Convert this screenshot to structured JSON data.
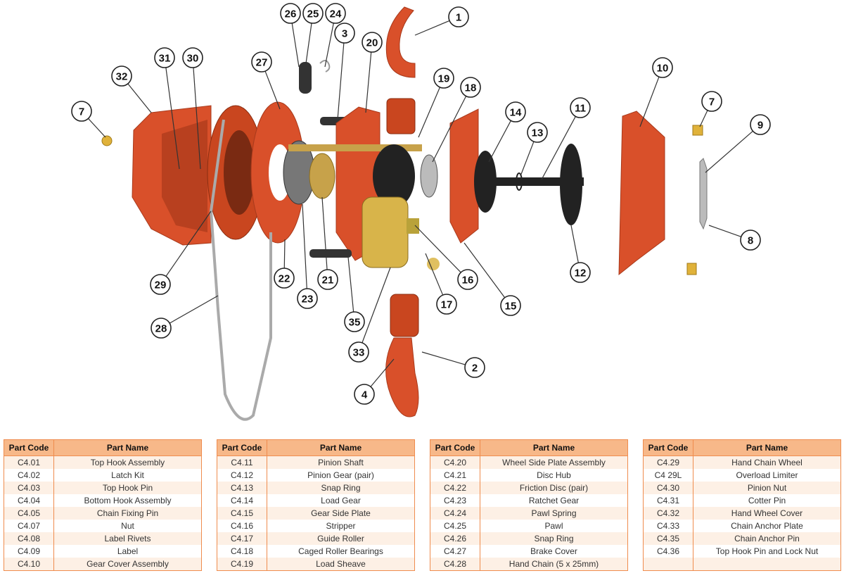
{
  "callouts": [
    "26",
    "25",
    "24",
    "3",
    "1",
    "20",
    "31",
    "30",
    "27",
    "32",
    "19",
    "18",
    "10",
    "7",
    "14",
    "11",
    "7",
    "9",
    "13",
    "8",
    "12",
    "22",
    "29",
    "21",
    "16",
    "23",
    "17",
    "15",
    "35",
    "28",
    "33",
    "2",
    "4"
  ],
  "colors": {
    "housing": "#d9502a",
    "table_header": "#f7b889",
    "table_border": "#ef8c4e",
    "row_alt": "#fdf0e5"
  },
  "tables": [
    {
      "header": {
        "code": "Part Code",
        "name": "Part Name"
      },
      "rows": [
        {
          "code": "C4.01",
          "name": "Top Hook Assembly"
        },
        {
          "code": "C4.02",
          "name": "Latch Kit"
        },
        {
          "code": "C4.03",
          "name": "Top Hook Pin"
        },
        {
          "code": "C4.04",
          "name": "Bottom Hook Assembly"
        },
        {
          "code": "C4.05",
          "name": "Chain Fixing Pin"
        },
        {
          "code": "C4.07",
          "name": "Nut"
        },
        {
          "code": "C4.08",
          "name": "Label Rivets"
        },
        {
          "code": "C4.09",
          "name": "Label"
        },
        {
          "code": "C4.10",
          "name": "Gear Cover Assembly"
        }
      ]
    },
    {
      "header": {
        "code": "Part Code",
        "name": "Part Name"
      },
      "rows": [
        {
          "code": "C4.11",
          "name": "Pinion Shaft"
        },
        {
          "code": "C4.12",
          "name": "Pinion Gear (pair)"
        },
        {
          "code": "C4.13",
          "name": "Snap Ring"
        },
        {
          "code": "C4.14",
          "name": "Load Gear"
        },
        {
          "code": "C4.15",
          "name": "Gear Side Plate"
        },
        {
          "code": "C4.16",
          "name": "Stripper"
        },
        {
          "code": "C4.17",
          "name": "Guide Roller"
        },
        {
          "code": "C4.18",
          "name": "Caged Roller Bearings"
        },
        {
          "code": "C4.19",
          "name": "Load Sheave"
        }
      ]
    },
    {
      "header": {
        "code": "Part Code",
        "name": "Part Name"
      },
      "rows": [
        {
          "code": "C4.20",
          "name": "Wheel Side Plate Assembly"
        },
        {
          "code": "C4.21",
          "name": "Disc Hub"
        },
        {
          "code": "C4.22",
          "name": "Friction Disc (pair)"
        },
        {
          "code": "C4.23",
          "name": "Ratchet Gear"
        },
        {
          "code": "C4.24",
          "name": "Pawl Spring"
        },
        {
          "code": "C4.25",
          "name": "Pawl"
        },
        {
          "code": "C4.26",
          "name": "Snap Ring"
        },
        {
          "code": "C4.27",
          "name": "Brake Cover"
        },
        {
          "code": "C4.28",
          "name": "Hand Chain (5 x 25mm)"
        }
      ]
    },
    {
      "header": {
        "code": "Part Code",
        "name": "Part Name"
      },
      "rows": [
        {
          "code": "C4.29",
          "name": "Hand Chain Wheel"
        },
        {
          "code": "C4 29L",
          "name": "Overload Limiter"
        },
        {
          "code": "C4.30",
          "name": "Pinion Nut"
        },
        {
          "code": "C4.31",
          "name": "Cotter Pin"
        },
        {
          "code": "C4.32",
          "name": "Hand Wheel Cover"
        },
        {
          "code": "C4.33",
          "name": "Chain Anchor Plate"
        },
        {
          "code": "C4.35",
          "name": "Chain Anchor Pin"
        },
        {
          "code": "C4.36",
          "name": "Top Hook Pin and Lock Nut"
        },
        {
          "code": "",
          "name": ""
        }
      ]
    }
  ]
}
